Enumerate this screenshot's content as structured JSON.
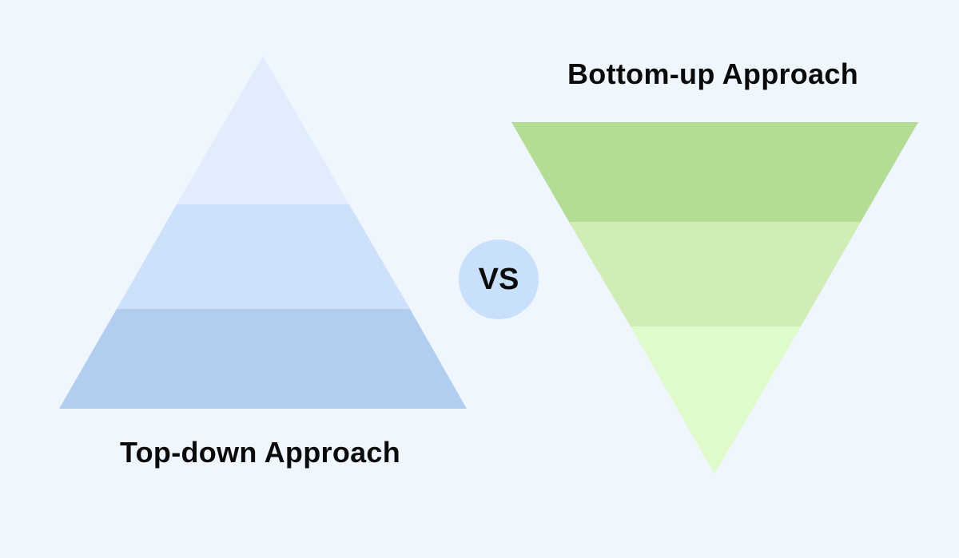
{
  "diagram": {
    "top_down": {
      "label": "Top-down Approach",
      "layer_colors": [
        "#e1edfd",
        "#cde1fb",
        "#b1cdef"
      ]
    },
    "bottom_up": {
      "label": "Bottom-up Approach",
      "layer_colors": [
        "#b5dc95",
        "#cfedb5",
        "#e0fbcb"
      ]
    },
    "versus": {
      "label": "VS",
      "color": "#c8e0fc"
    },
    "background_color": "#eff6fe"
  }
}
